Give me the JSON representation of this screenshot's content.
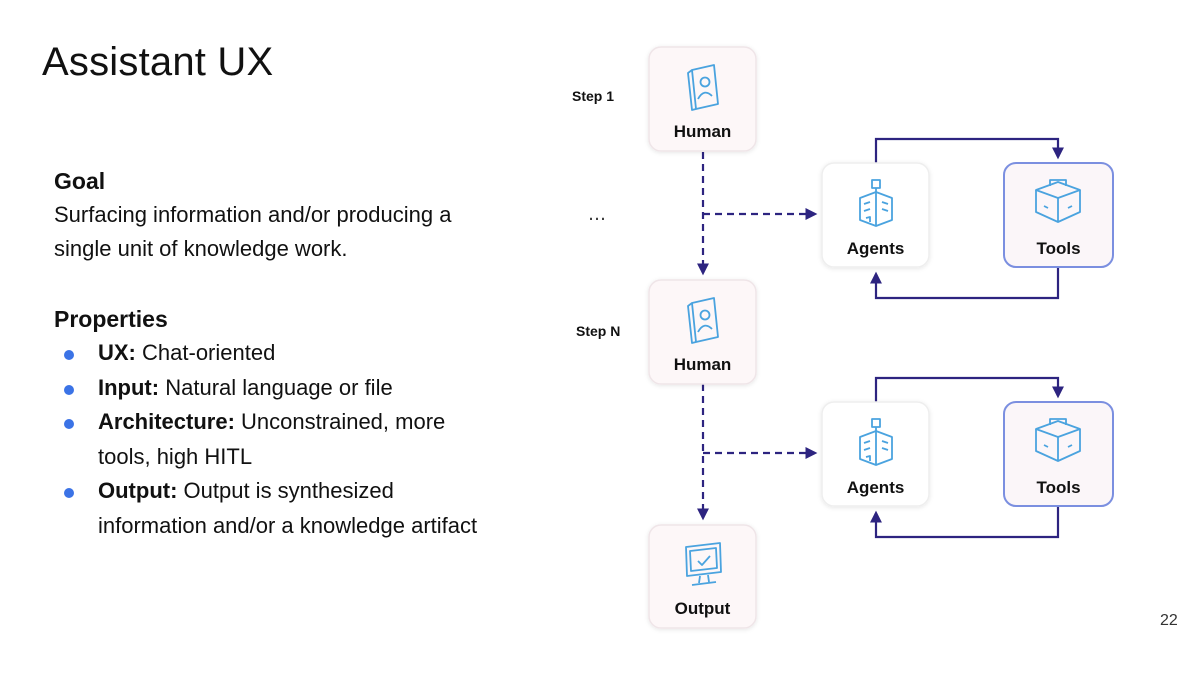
{
  "slide": {
    "title": "Assistant UX",
    "page_number": "22"
  },
  "goal": {
    "heading": "Goal",
    "lines": [
      "Surfacing information and/or producing a",
      "single unit of knowledge work."
    ]
  },
  "properties": {
    "heading": "Properties",
    "items": [
      {
        "label": "UX:",
        "text": "Chat-oriented"
      },
      {
        "label": "Input:",
        "text": "Natural language or file"
      },
      {
        "label": "Architecture:",
        "text": "Unconstrained, more",
        "text2": "tools, high HITL"
      },
      {
        "label": "Output:",
        "text": "Output is synthesized",
        "text2": "information and/or a knowledge artifact"
      }
    ]
  },
  "diagram": {
    "step_first": "Step 1",
    "step_last": "Step N",
    "ellipsis": "…",
    "nodes": {
      "human_1": "Human",
      "human_n": "Human",
      "output": "Output",
      "agents_1": "Agents",
      "tools_1": "Tools",
      "agents_n": "Agents",
      "tools_n": "Tools"
    },
    "colors": {
      "arrow": "#2d2480",
      "icon": "#4aa3df",
      "tools_border": "#7b8fe0",
      "tools_fill": "#fbf6f9"
    }
  }
}
